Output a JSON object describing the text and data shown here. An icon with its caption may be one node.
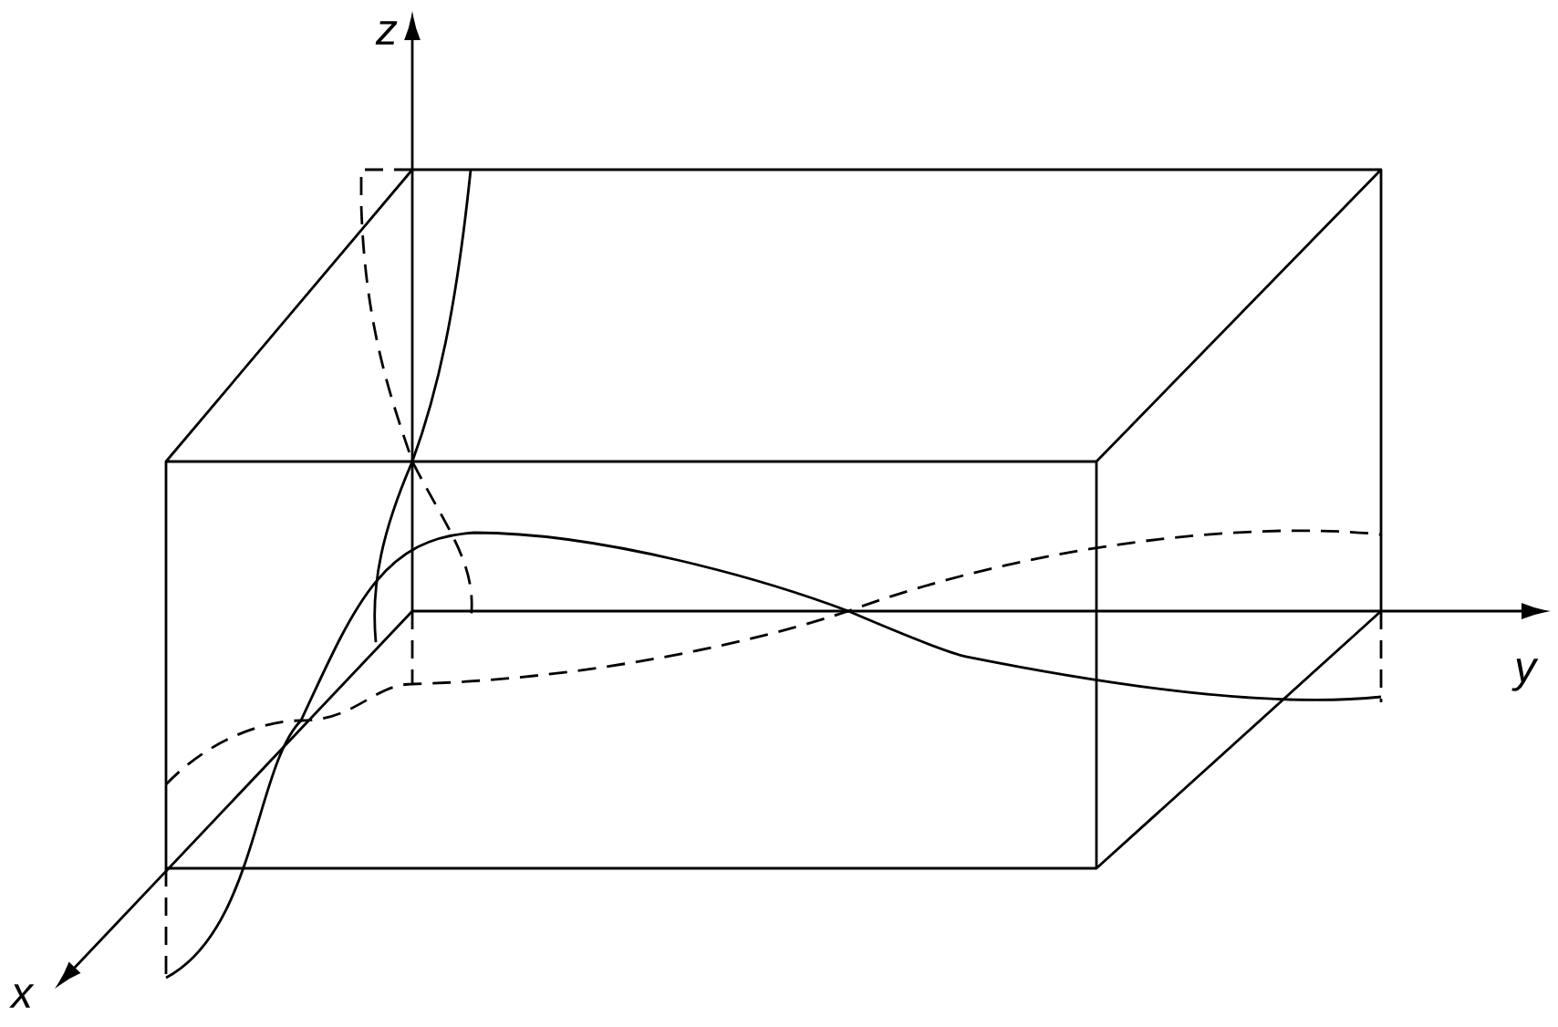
{
  "diagram": {
    "labels": [
      "z",
      "y",
      "x"
    ]
  }
}
